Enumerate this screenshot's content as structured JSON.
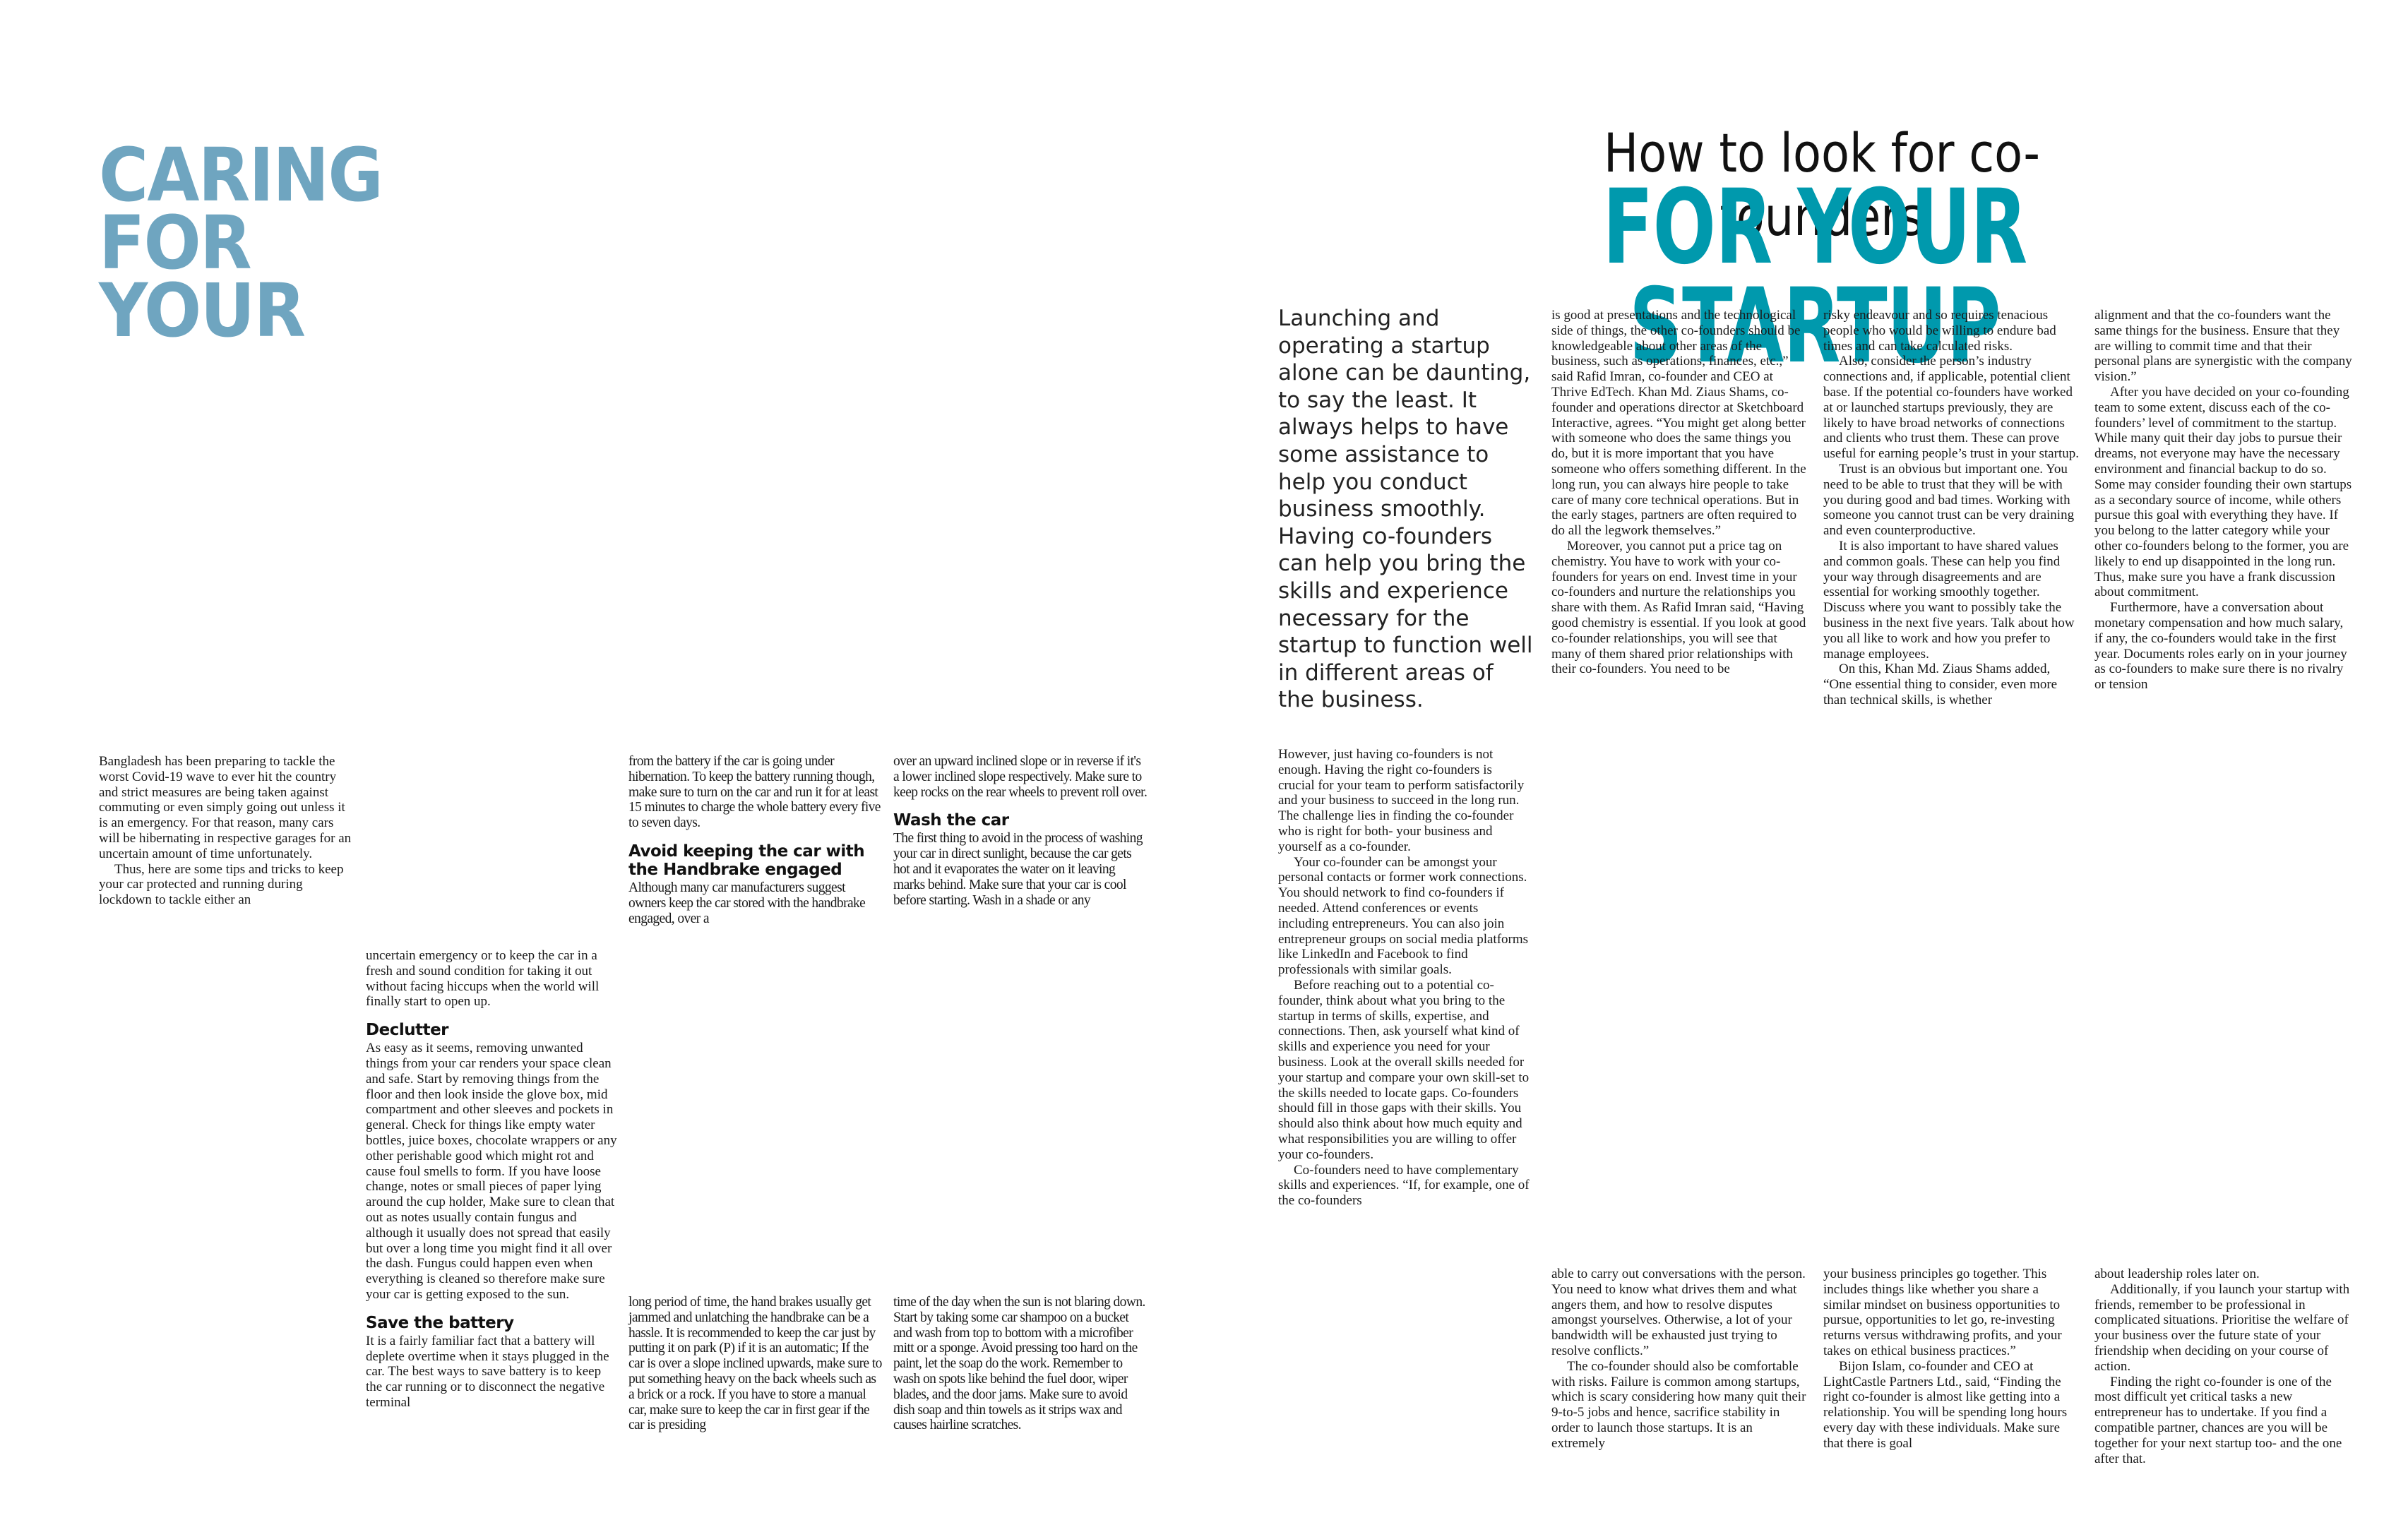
{
  "colors": {
    "car_title": "#6fa5c0",
    "startup_headline": "#0099ad"
  },
  "left_article": {
    "title_lines": [
      "CARING",
      "FOR",
      "YOUR"
    ],
    "columns": [
      {
        "id": "c1",
        "blocks": [
          {
            "type": "p",
            "cont": true,
            "text": "Bangladesh has been preparing to tackle the worst Covid-19 wave to ever hit the country and strict measures are being taken against commuting or even simply going out unless it is an emergency. For that reason, many cars will be hibernating in respective garages for an uncertain amount of time unfortunately."
          },
          {
            "type": "p",
            "text": "Thus, here are some tips and tricks to keep your car protected and running during lockdown to tackle either an"
          }
        ]
      },
      {
        "id": "c2",
        "blocks": [
          {
            "type": "p",
            "cont": true,
            "text": "uncertain emergency or to keep the car in a fresh and sound condition for taking it out without facing hiccups when the world will finally start to open up."
          },
          {
            "type": "h",
            "text": "Declutter"
          },
          {
            "type": "p",
            "cont": true,
            "text": "As easy as it seems, removing unwanted things from your car renders your space clean and safe. Start by removing things from the floor and then look inside the glove box, mid compartment and other sleeves and pockets in general. Check for things like empty water bottles, juice boxes, chocolate wrappers or any other perishable good which might rot and cause foul smells to form. If you have loose change, notes or small pieces of paper lying around the cup holder, Make sure to clean that out as notes usually contain fungus and although it usually does not spread that easily but over a long time you might find it all over the dash. Fungus could happen even when everything is cleaned so therefore make sure your car is getting exposed to the sun."
          },
          {
            "type": "h",
            "text": "Save the battery"
          },
          {
            "type": "p",
            "cont": true,
            "text": "It is a fairly familiar fact that a battery will deplete overtime when it stays plugged in the car. The best ways to save battery is to keep the car running or to disconnect the negative terminal"
          }
        ]
      },
      {
        "id": "c3a",
        "blocks": [
          {
            "type": "p",
            "cont": true,
            "text": "from the battery if the car is going under hibernation. To keep the battery running though, make sure to turn on the car and run it for at least 15 minutes to charge the whole battery every five to seven days."
          },
          {
            "type": "h",
            "text": "Avoid keeping the car with the Handbrake engaged"
          },
          {
            "type": "p",
            "cont": true,
            "text": "Although many car manufacturers suggest owners keep the car stored with the handbrake engaged, over a"
          }
        ]
      },
      {
        "id": "c3b",
        "blocks": [
          {
            "type": "p",
            "cont": true,
            "text": "long period of time, the hand brakes usually get jammed and unlatching the handbrake can be a hassle. It is recommended to keep the car just by putting it on park (P) if it is an automatic; If the car is over a slope inclined upwards, make sure to put something heavy on the back wheels such as a brick or a rock. If you have to store a manual car, make sure to keep the car in first gear if the car is presiding"
          }
        ]
      },
      {
        "id": "c4a",
        "blocks": [
          {
            "type": "p",
            "cont": true,
            "text": "over an upward inclined slope or in reverse if it's a lower inclined slope respectively. Make sure to keep rocks on the rear wheels to prevent roll over."
          },
          {
            "type": "h",
            "text": "Wash the car"
          },
          {
            "type": "p",
            "cont": true,
            "text": "The first thing to avoid in the process of washing your car in direct sunlight, because the car gets hot and it evaporates the water on it leaving marks behind. Make sure that your car is cool before starting. Wash in a shade or any"
          }
        ]
      },
      {
        "id": "c4b",
        "blocks": [
          {
            "type": "p",
            "cont": true,
            "text": "time of the day when the sun is not blaring down. Start by taking some car shampoo on a bucket and wash from top to bottom with a microfiber mitt or a sponge. Avoid pressing too hard on the paint, let the soap do the work. Remember to wash on spots like behind the fuel door, wiper blades, and the door jams. Make sure to avoid dish soap and thin towels as it strips wax and causes hairline scratches."
          }
        ]
      }
    ]
  },
  "right_article": {
    "kicker": "How to look for co-founders",
    "headline": "FOR YOUR STARTUP",
    "intro": "Launching and operating a startup alone can be daunting, to say the least. It always helps to have some assistance to help you conduct business smoothly. Having co-founders can help you bring the skills and experience necessary for the startup to function well in different areas of the business.",
    "columns": [
      {
        "id": "r1",
        "blocks": [
          {
            "type": "p",
            "cont": true,
            "text": "However, just having co-founders is not enough. Having the right co-founders is crucial for your team to perform satisfactorily and your business to succeed in the long run. The challenge lies in finding the co-founder who is right for both- your business and yourself as a co-founder."
          },
          {
            "type": "p",
            "text": "Your co-founder can be amongst your personal contacts or former work connections. You should network to find co-founders if needed. Attend conferences or events including entrepreneurs. You can also join entrepreneur groups on social media platforms like LinkedIn and Facebook to find professionals with similar goals."
          },
          {
            "type": "p",
            "text": "Before reaching out to a potential co-founder, think about what you bring to the startup in terms of skills, expertise, and connections. Then, ask yourself what kind of skills and experience you need for your business. Look at the overall skills needed for your startup and compare your own skill-set to the skills needed to locate gaps. Co-founders should fill in those gaps with their skills. You should also think about how much equity and what responsibilities you are willing to offer your co-founders."
          },
          {
            "type": "p",
            "text": "Co-founders need to have complementary skills and experiences. “If, for example, one of the co-founders"
          }
        ]
      },
      {
        "id": "r2a",
        "blocks": [
          {
            "type": "p",
            "cont": true,
            "text": "is good at presentations and the technological side of things, the other co-founders should be knowledgeable about other areas of the business, such as operations, finances, etc.,” said Rafid Imran, co-founder and CEO at Thrive EdTech. Khan Md. Ziaus Shams, co-founder and operations director at Sketchboard Interactive, agrees. “You might get along better with someone who does the same things you do, but it is more important that you have someone who offers something different. In the long run, you can always hire people to take care of many core technical operations. But in the early stages, partners are often required to do all the legwork themselves.”"
          },
          {
            "type": "p",
            "text": "Moreover, you cannot put a price tag on chemistry. You have to work with your co-founders for years on end. Invest time in your co-founders and nurture the relationships you share with them. As Rafid Imran said, “Having good chemistry is essential. If you look at good co-founder relationships, you will see that many of them shared prior relationships with their co-founders. You need to be"
          }
        ]
      },
      {
        "id": "r3a",
        "blocks": [
          {
            "type": "p",
            "cont": true,
            "text": "risky endeavour and so requires tenacious people who would be willing to endure bad times and can take calculated risks."
          },
          {
            "type": "p",
            "text": "Also, consider the person’s industry connections and, if applicable, potential client base. If the potential co-founders have worked at or launched startups previously, they are likely to have broad networks of connections and clients who trust them. These can prove useful for earning people’s trust in your startup."
          },
          {
            "type": "p",
            "text": "Trust is an obvious but important one. You need to be able to trust that they will be with you during good and bad times. Working with someone you cannot trust can be very draining and even counterproductive."
          },
          {
            "type": "p",
            "text": "It is also important to have shared values and common goals. These can help you find your way through disagreements and are essential for working smoothly together. Discuss where you want to possibly take the business in the next five years. Talk about how you all like to work and how you prefer to manage employees."
          },
          {
            "type": "p",
            "text": "On this, Khan Md. Ziaus Shams added, “One essential thing to consider, even more than technical skills, is whether"
          }
        ]
      },
      {
        "id": "r4a",
        "blocks": [
          {
            "type": "p",
            "cont": true,
            "text": "alignment and that the co-founders want the same things for the business. Ensure that they are willing to commit time and that their personal plans are synergistic with the company vision.”"
          },
          {
            "type": "p",
            "text": "After you have decided on your co-founding team to some extent, discuss each of the co-founders’ level of commitment to the startup. While many quit their day jobs to pursue their dreams, not everyone may have the necessary environment and financial backup to do so. Some may consider founding their own startups as a secondary source of income, while others pursue this goal with everything they have. If you belong to the latter category while your other co-founders belong to the former, you are likely to end up disappointed in the long run. Thus, make sure you have a frank discussion about commitment."
          },
          {
            "type": "p",
            "text": "Furthermore, have a conversation about monetary compensation and how much salary, if any, the co-founders would take in the first year. Documents roles early on in your journey as co-founders to make sure there is no rivalry or tension"
          }
        ]
      },
      {
        "id": "r2b",
        "blocks": [
          {
            "type": "p",
            "cont": true,
            "text": "able to carry out conversations with the person. You need to know what drives them and what angers them, and how to resolve disputes amongst yourselves. Otherwise, a lot of your bandwidth will be exhausted just trying to resolve conflicts.”"
          },
          {
            "type": "p",
            "text": "The co-founder should also be comfortable with risks. Failure is common among startups, which is scary considering how many quit their 9-to-5 jobs and hence, sacrifice stability in order to launch those startups. It is an extremely"
          }
        ]
      },
      {
        "id": "r3b",
        "blocks": [
          {
            "type": "p",
            "cont": true,
            "text": "your business principles go together. This includes things like whether you share a similar mindset on business opportunities to pursue, opportunities to let go, re-investing returns versus withdrawing profits, and your takes on ethical business practices.”"
          },
          {
            "type": "p",
            "text": "Bijon Islam, co-founder and CEO at LightCastle Partners Ltd., said, “Finding the right co-founder is almost like getting into a relationship. You will be spending long hours every day with these individuals. Make sure that there is goal"
          }
        ]
      },
      {
        "id": "r4b",
        "blocks": [
          {
            "type": "p",
            "cont": true,
            "text": "about leadership roles later on."
          },
          {
            "type": "p",
            "text": "Additionally, if you launch your startup with friends, remember to be professional in complicated situations. Prioritise the welfare of your business over the future state of your friendship when deciding on your course of action."
          },
          {
            "type": "p",
            "text": "Finding the right co-founder is one of the most difficult yet critical tasks a new entrepreneur has to undertake. If you find a compatible partner, chances are you will be together for your next startup too- and the one after that."
          }
        ]
      }
    ]
  }
}
